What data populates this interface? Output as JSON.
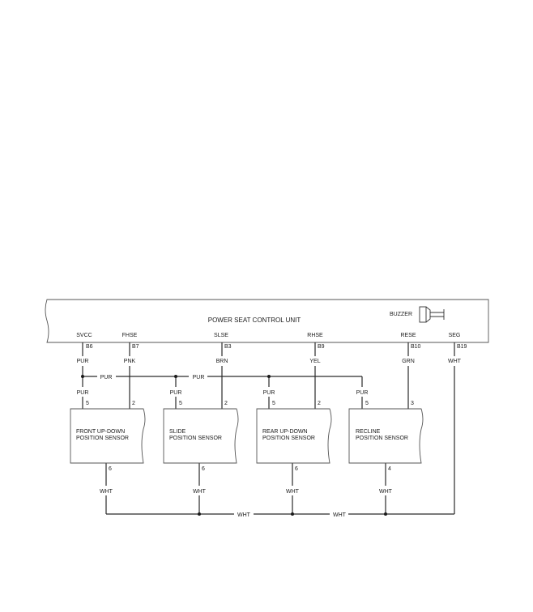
{
  "unit": {
    "title": "POWER SEAT CONTROL UNIT",
    "buzzer_label": "BUZZER"
  },
  "terminals": [
    {
      "signal": "SVCC",
      "pin": "B6",
      "wire": "PUR"
    },
    {
      "signal": "FHSE",
      "pin": "B7",
      "wire": "PNK"
    },
    {
      "signal": "SLSE",
      "pin": "B3",
      "wire": "BRN"
    },
    {
      "signal": "RHSE",
      "pin": "B9",
      "wire": "YEL"
    },
    {
      "signal": "RESE",
      "pin": "B10",
      "wire": "GRN"
    },
    {
      "signal": "SEG",
      "pin": "B19",
      "wire": "WHT"
    }
  ],
  "supply_bus": {
    "wire": "PUR",
    "labels": [
      "PUR",
      "PUR"
    ]
  },
  "sensors": [
    {
      "name_line1": "FRONT UP-DOWN",
      "name_line2": "POSITION SENSOR",
      "supply_wire": "PUR",
      "supply_pin": "5",
      "signal_pin": "2",
      "ground_pin": "6",
      "ground_wire": "WHT"
    },
    {
      "name_line1": "SLIDE",
      "name_line2": "POSITION SENSOR",
      "supply_wire": "PUR",
      "supply_pin": "5",
      "signal_pin": "2",
      "ground_pin": "6",
      "ground_wire": "WHT"
    },
    {
      "name_line1": "REAR UP-DOWN",
      "name_line2": "POSITION SENSOR",
      "supply_wire": "PUR",
      "supply_pin": "5",
      "signal_pin": "2",
      "ground_pin": "6",
      "ground_wire": "WHT"
    },
    {
      "name_line1": "RECLINE",
      "name_line2": "POSITION SENSOR",
      "supply_wire": "PUR",
      "supply_pin": "5",
      "signal_pin": "3",
      "ground_pin": "4",
      "ground_wire": "WHT"
    }
  ],
  "ground_bus": {
    "labels": [
      "WHT",
      "WHT"
    ]
  }
}
